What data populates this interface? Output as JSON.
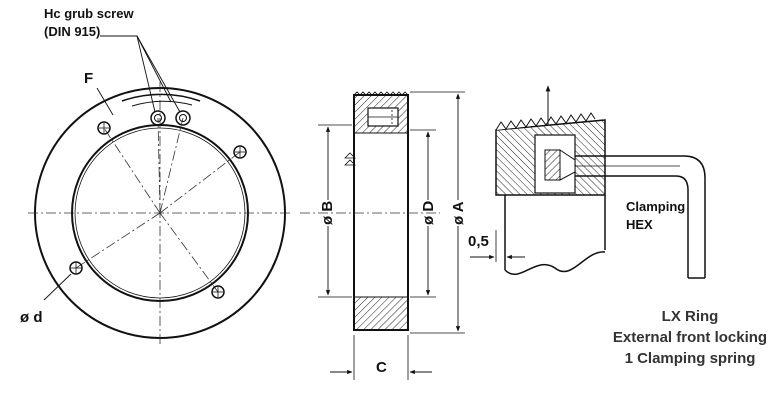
{
  "labels": {
    "grub_screw_line1": "Hc grub screw",
    "grub_screw_line2": "(DIN 915)",
    "f": "F",
    "d_small": "ø d",
    "b": "ø B",
    "d": "ø D",
    "a": "ø A",
    "c": "C",
    "offset": "0,5",
    "clamping_line1": "Clamping",
    "clamping_line2": "HEX"
  },
  "caption": {
    "title": "LX Ring",
    "line1": "External front locking",
    "line2": "1 Clamping spring"
  },
  "colors": {
    "line": "#111111",
    "caption": "#333333"
  }
}
